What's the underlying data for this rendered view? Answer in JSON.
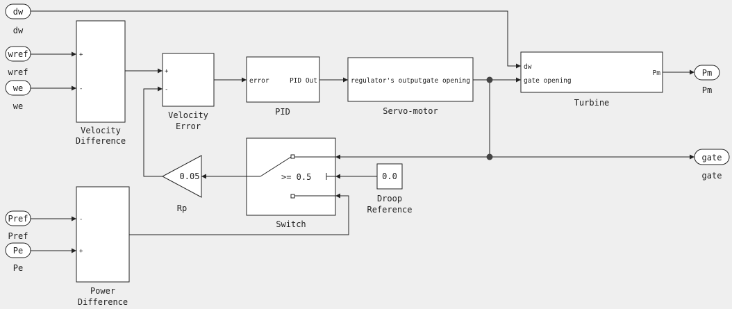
{
  "ports": {
    "dw": "dw",
    "wref": "wref",
    "we": "we",
    "pref": "Pref",
    "pe": "Pe",
    "pm": "Pm",
    "gate": "gate"
  },
  "blocks": {
    "velocity_difference": {
      "line1": "Velocity",
      "line2": "Difference",
      "plus": "+",
      "minus": "-"
    },
    "velocity_error": {
      "line1": "Velocity",
      "line2": "Error",
      "plus": "+",
      "minus": "-"
    },
    "pid": {
      "label": "PID",
      "in": "error",
      "out": "PID Out"
    },
    "servo": {
      "label": "Servo-motor",
      "in": "regulator's output",
      "out": "gate opening"
    },
    "turbine": {
      "label": "Turbine",
      "in1": "dw",
      "in2": "gate opening",
      "out": "Pm"
    },
    "rp": {
      "label": "Rp",
      "gain": "0.05"
    },
    "switch": {
      "label": "Switch",
      "threshold": ">= 0.5"
    },
    "droop_ref": {
      "value": "0.0",
      "line1": "Droop",
      "line2": "Reference"
    },
    "power_difference": {
      "line1": "Power",
      "line2": "Difference",
      "minus": "-",
      "plus": "+"
    }
  }
}
